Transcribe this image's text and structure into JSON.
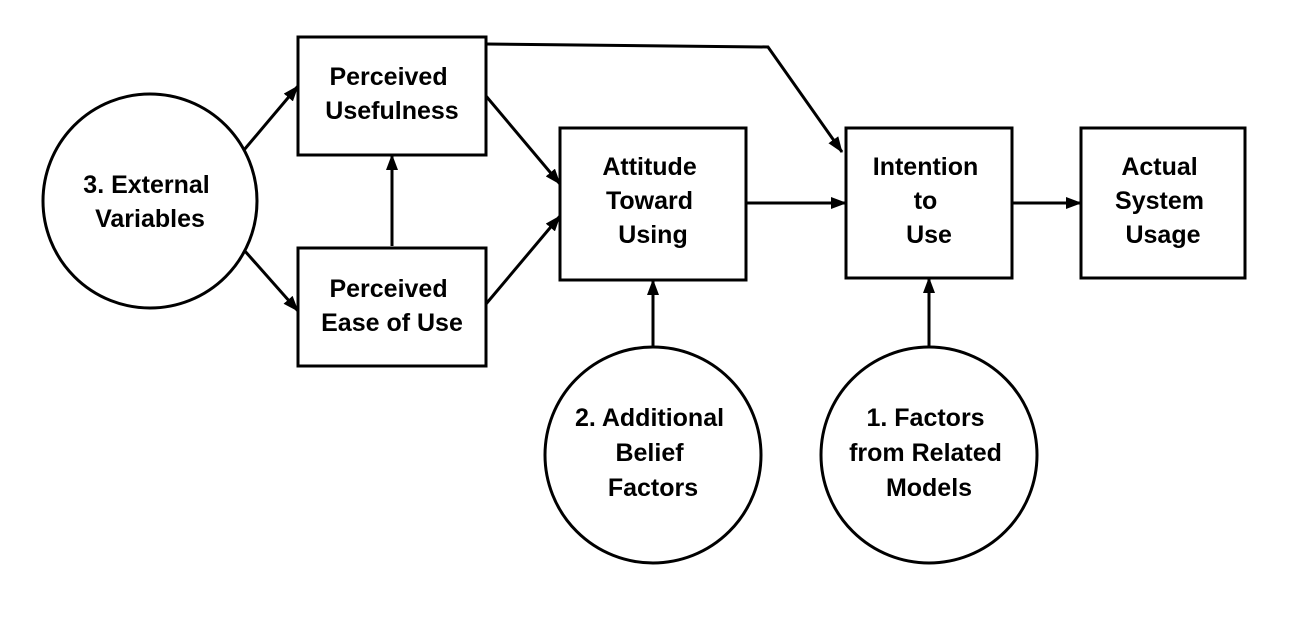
{
  "nodes": {
    "perceived_usefulness": {
      "lines": [
        "Perceived",
        "Usefulness"
      ]
    },
    "perceived_ease_of_use": {
      "lines": [
        "Perceived",
        "Ease of Use"
      ]
    },
    "attitude_toward_using": {
      "lines": [
        "Attitude",
        "Toward",
        "Using"
      ]
    },
    "intention_to_use": {
      "lines": [
        "Intention",
        "to",
        "Use"
      ]
    },
    "actual_system_usage": {
      "lines": [
        "Actual",
        "System",
        "Usage"
      ]
    },
    "external_variables": {
      "lines": [
        "3. External",
        "Variables"
      ]
    },
    "additional_belief_factors": {
      "lines": [
        "2. Additional",
        "Belief",
        "Factors"
      ]
    },
    "factors_from_related_models": {
      "lines": [
        "1. Factors",
        "from Related",
        "Models"
      ]
    }
  },
  "edges": [
    {
      "from": "external_variables",
      "to": "perceived_usefulness"
    },
    {
      "from": "external_variables",
      "to": "perceived_ease_of_use"
    },
    {
      "from": "perceived_ease_of_use",
      "to": "perceived_usefulness"
    },
    {
      "from": "perceived_usefulness",
      "to": "attitude_toward_using"
    },
    {
      "from": "perceived_ease_of_use",
      "to": "attitude_toward_using"
    },
    {
      "from": "perceived_usefulness",
      "to": "intention_to_use"
    },
    {
      "from": "attitude_toward_using",
      "to": "intention_to_use"
    },
    {
      "from": "intention_to_use",
      "to": "actual_system_usage"
    },
    {
      "from": "additional_belief_factors",
      "to": "attitude_toward_using"
    },
    {
      "from": "factors_from_related_models",
      "to": "intention_to_use"
    }
  ]
}
